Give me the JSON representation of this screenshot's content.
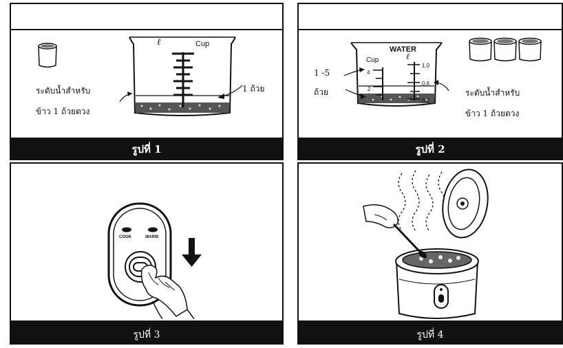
{
  "figure1": {
    "cup_text": "Cup",
    "liter_text": "ℓ",
    "water_level_label_line1": "ระดับน้ำสำหรับ",
    "water_level_label_line2": "ข้าว 1 ถ้วยตวง",
    "one_cup_label": "1 ถ้วย",
    "caption": "รูปที่ 1"
  },
  "figure2": {
    "water_text": "WATER",
    "cup_text": "Cup",
    "liter_text": "ℓ",
    "cup_scale": [
      "4",
      "2"
    ],
    "liter_scale": [
      "1.0",
      "0.6",
      "0.2"
    ],
    "cups_range_line1": "1 -5",
    "cups_range_line2": "ถ้วย",
    "water_level_label_line1": "ระดับน้ำสำหรับ",
    "water_level_label_line2": "ข้าว 1 ถ้วยตวง",
    "caption": "รูปที่ 2"
  },
  "figure3": {
    "cook_label": "COOK",
    "warm_label": "WARM",
    "caption": "รูปที่ 3"
  },
  "figure4": {
    "caption": "รูปที่ 4"
  }
}
